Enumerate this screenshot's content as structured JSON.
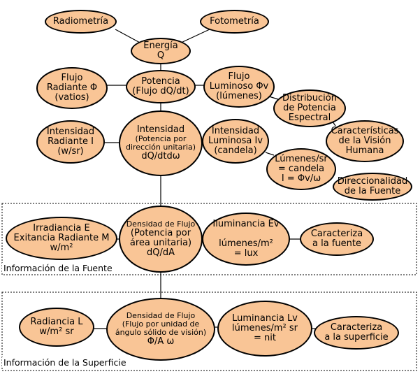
{
  "nodes": {
    "radiometria": [
      "Radiometría"
    ],
    "fotometria": [
      "Fotometría"
    ],
    "energia": [
      "Energía",
      "Q"
    ],
    "flujo_radiante": [
      "Flujo",
      "Radiante Φ",
      "(vatios)"
    ],
    "potencia": [
      "Potencia",
      "(Flujo dQ/dt)"
    ],
    "flujo_luminoso": [
      "Flujo",
      "Luminoso Φv",
      "(lúmenes)"
    ],
    "distribucion": [
      "Distribución",
      "de Potencia",
      "Espectral"
    ],
    "intensidad_radiante": [
      "Intensidad",
      "Radiante I",
      "(w/sr)"
    ],
    "intensidad": [
      "Intensidad",
      "(Potencia por",
      "dirección unitaria)",
      "dQ/dtdω"
    ],
    "intensidad_luminosa": [
      "Intensidad",
      "Luminosa Iv",
      "(candela)"
    ],
    "caracteristicas": [
      "Características",
      "de la Visión",
      "Humana"
    ],
    "lumenes_sr": [
      "Lúmenes/sr",
      "= candela",
      "I = Φv/ω"
    ],
    "direccionalidad": [
      "Direccionalidad",
      "de la Fuente"
    ],
    "irradiancia": [
      "Irradiancia E",
      "Exitancia Radiante M",
      "w/m²"
    ],
    "densidad_flujo_1": [
      "Densidad de Flujo",
      "(Potencia por",
      "área unitaria)",
      "dQ/dA"
    ],
    "iluminancia": [
      "Iluminancia Ev",
      "",
      "lúmenes/m²",
      "= lux"
    ],
    "caracteriza_fuente": [
      "Caracteriza",
      "a la fuente"
    ],
    "radiancia": [
      "Radiancia L",
      "w/m² sr"
    ],
    "densidad_flujo_2": [
      "Densidad de Flujo",
      "(Flujo por unidad de",
      "ángulo sólido de visión)",
      "Φ/A ω"
    ],
    "luminancia": [
      "Luminancia Lv",
      "lúmenes/m² sr",
      "= nit"
    ],
    "caracteriza_superficie": [
      "Caracteriza",
      "a la superficie"
    ]
  },
  "regions": {
    "fuente": "Información de la Fuente",
    "superficie": "Información de la Superficie"
  },
  "colors": {
    "node_fill": "#f9c596",
    "stroke": "#000000"
  }
}
